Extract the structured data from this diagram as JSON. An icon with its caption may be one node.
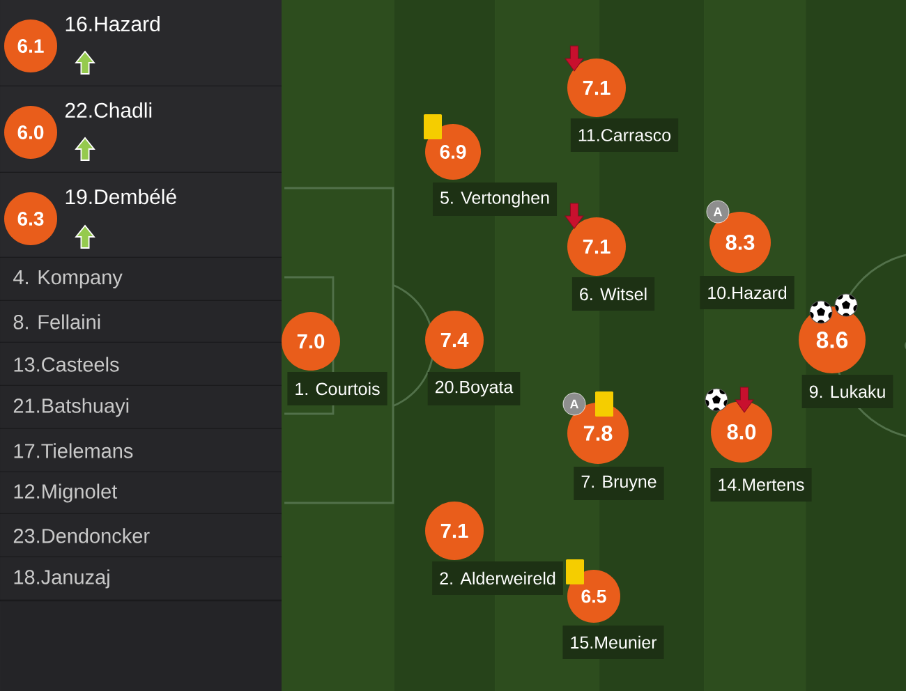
{
  "diagram": {
    "nodes": [
      {
        "text": [
          "16.Hazard"
        ]
      },
      {
        "text": [
          "6.1"
        ],
        "in": 0
      },
      {
        "text": [
          "22.Chadli"
        ]
      },
      {
        "text": [
          "6.0"
        ],
        "in": 2
      },
      {
        "text": [
          "19.Dembélé"
        ]
      },
      {
        "text": [
          "6.3"
        ],
        "in": 4
      },
      {
        "text": [
          "4. Kompany"
        ]
      },
      {
        "text": [
          "8. Fellaini"
        ]
      },
      {
        "text": [
          "13.Casteels"
        ]
      },
      {
        "text": [
          "21.Batshuayi"
        ]
      },
      {
        "text": [
          "17.Tielemans"
        ]
      },
      {
        "text": [
          "12.Mignolet"
        ]
      },
      {
        "text": [
          "23.Dendoncker"
        ]
      },
      {
        "text": [
          "18.Januzaj"
        ]
      },
      {
        "text": [
          "7.1"
        ],
        "beside": [
          "11.Carrasco"
        ]
      },
      {
        "text": [
          "6.9"
        ],
        "beside": [
          "5. Vertonghen"
        ]
      },
      {
        "text": [
          "7.1"
        ],
        "beside": [
          "6. Witsel"
        ]
      },
      {
        "text": [
          "A"
        ]
      },
      {
        "text": [
          "8.3"
        ],
        "beside": [
          "10.Hazard"
        ]
      },
      {
        "text": [
          "7.0"
        ],
        "beside": [
          "1. Courtois"
        ]
      },
      {
        "text": [
          "7.4"
        ],
        "beside": [
          "20.Boyata"
        ]
      },
      {
        "text": [
          "8.6"
        ],
        "beside": [
          "9. Lukaku"
        ]
      },
      {
        "text": [
          "A"
        ]
      },
      {
        "text": [
          "7.8"
        ],
        "beside": [
          "7. Bruyne"
        ]
      },
      {
        "text": [
          "8.0"
        ],
        "beside": [
          "14.Mertens"
        ]
      },
      {
        "text": [
          "7.1"
        ],
        "beside": [
          "2. Alderweireld"
        ]
      },
      {
        "text": [
          "6.5"
        ],
        "beside": [
          "15.Meunier"
        ]
      }
    ]
  }
}
